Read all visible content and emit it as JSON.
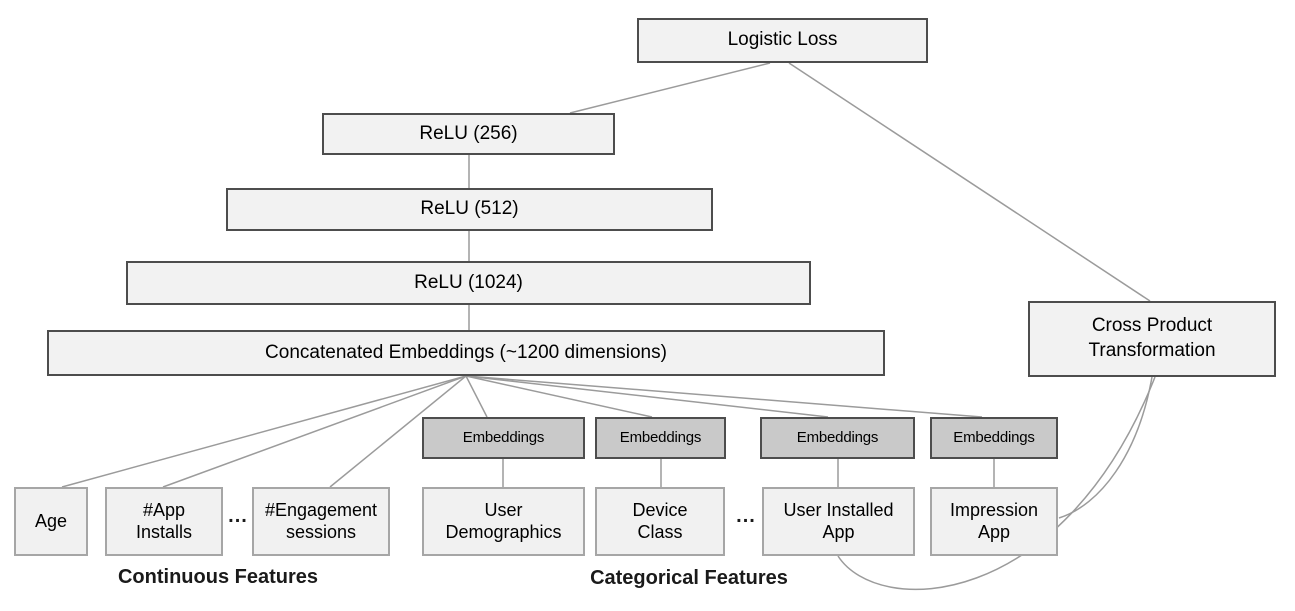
{
  "colors": {
    "box_fill": "#f2f2f2",
    "feature_fill": "#f1f1f1",
    "emb_fill": "#c9c9c9",
    "border_dark": "#4d4d4d",
    "border_light": "#a6a6a6",
    "line": "#9b9b9b",
    "text": "#000000"
  },
  "nodes": {
    "logistic_loss": {
      "label": "Logistic Loss"
    },
    "relu_256": {
      "label": "ReLU (256)"
    },
    "relu_512": {
      "label": "ReLU (512)"
    },
    "relu_1024": {
      "label": "ReLU (1024)"
    },
    "concatenated_embeddings": {
      "label": "Concatenated Embeddings (~1200 dimensions)"
    },
    "cross_product": {
      "line1": "Cross Product",
      "line2": "Transformation"
    },
    "embedding_boxes": [
      "Embeddings",
      "Embeddings",
      "Embeddings",
      "Embeddings"
    ],
    "features": {
      "age": {
        "label": "Age"
      },
      "app_installs": {
        "line1": "#App",
        "line2": "Installs"
      },
      "engagement_sessions": {
        "line1": "#Engagement",
        "line2": "sessions"
      },
      "user_demographics": {
        "line1": "User",
        "line2": "Demographics"
      },
      "device_class": {
        "line1": "Device",
        "line2": "Class"
      },
      "user_installed_app": {
        "line1": "User Installed",
        "line2": "App"
      },
      "impression_app": {
        "line1": "Impression",
        "line2": "App"
      }
    },
    "ellipsis_continuous": "...",
    "ellipsis_categorical": "..."
  },
  "section_labels": {
    "continuous": "Continuous Features",
    "categorical": "Categorical Features"
  }
}
